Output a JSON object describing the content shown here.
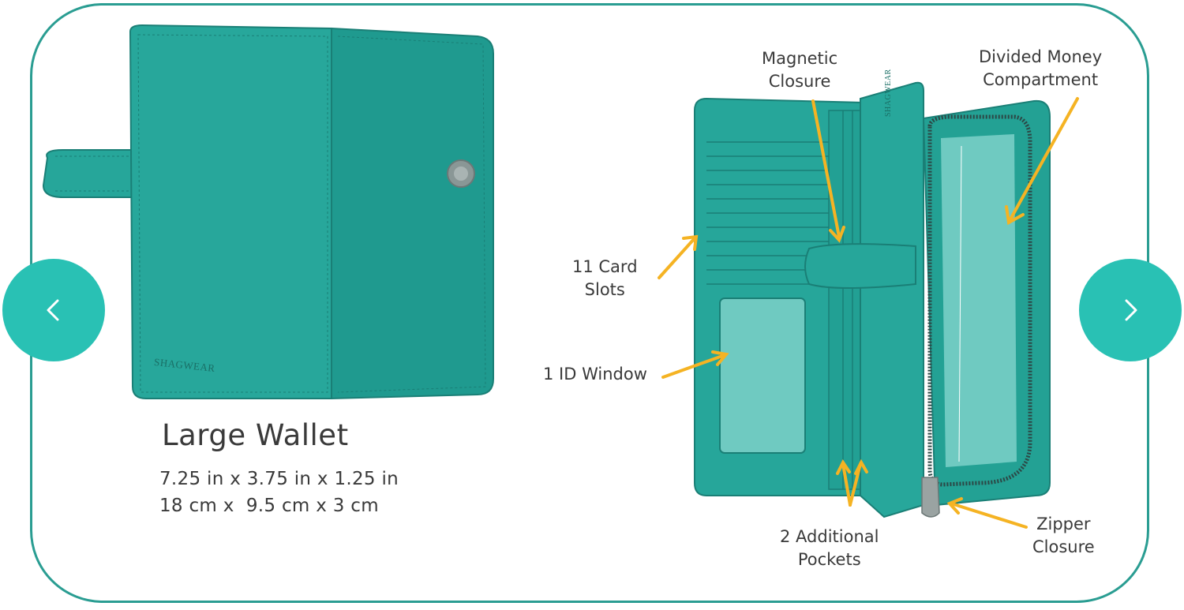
{
  "product": {
    "title": "Large Wallet",
    "dimensions_imperial": "7.25 in x 3.75 in x 1.25 in",
    "dimensions_metric": "18 cm x  9.5 cm x 3 cm",
    "brand_mark": "SHAGWEAR"
  },
  "callouts": {
    "magnetic": [
      "Magnetic",
      "Closure"
    ],
    "money": [
      "Divided Money",
      "Compartment"
    ],
    "cards": [
      "11 Card",
      "Slots"
    ],
    "id": [
      "1 ID Window"
    ],
    "pockets": [
      "2 Additional",
      "Pockets"
    ],
    "zipper": [
      "Zipper",
      "Closure"
    ]
  },
  "nav": {
    "prev_icon": "chevron-left-icon",
    "next_icon": "chevron-right-icon"
  },
  "colors": {
    "frame": "#2a9d92",
    "wallet": "#26a69a",
    "wallet_dark": "#1f8f84",
    "window": "#6fcac1",
    "arrow": "#f5b323",
    "nav": "#29c1b4"
  }
}
